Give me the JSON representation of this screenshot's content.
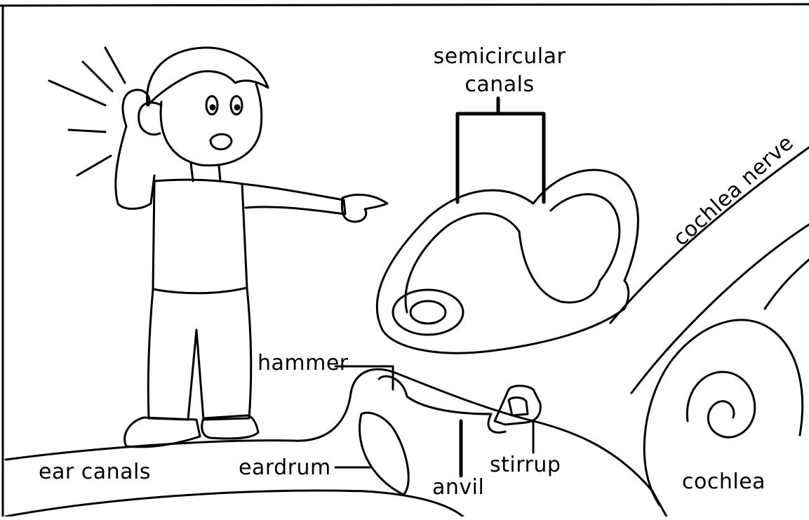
{
  "labels": {
    "semicircular": "semicircular",
    "canals": "canals",
    "cochlea_nerve": "cochlea nerve",
    "hammer": "hammer",
    "ear_canals": "ear canals",
    "eardrum": "eardrum",
    "anvil": "anvil",
    "stirrup": "stirrup",
    "cochlea": "cochlea"
  }
}
